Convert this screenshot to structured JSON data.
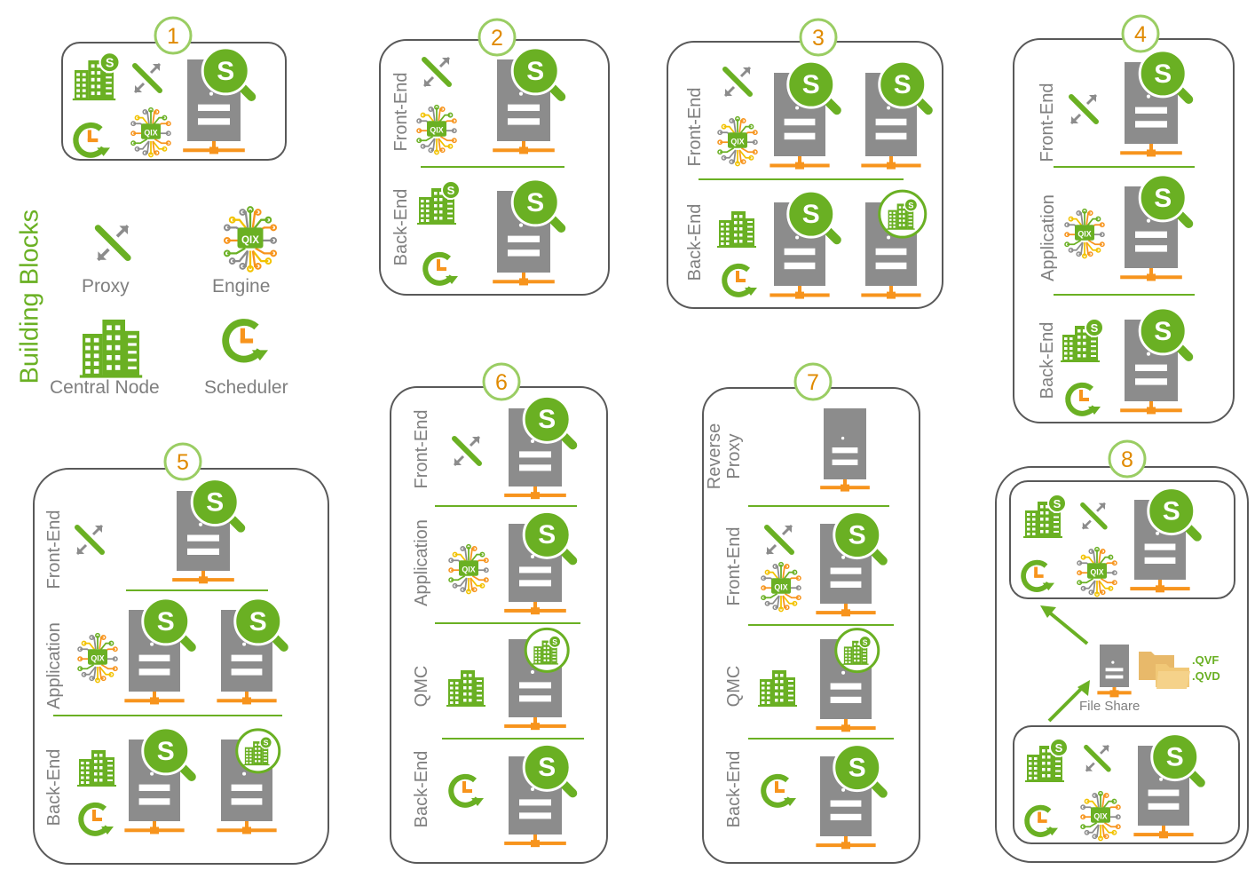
{
  "title": "Building Blocks",
  "legend": [
    {
      "label": "Proxy",
      "icon": "proxy-icon"
    },
    {
      "label": "Engine",
      "icon": "engine-icon"
    },
    {
      "label": "Central Node",
      "icon": "central-node-icon"
    },
    {
      "label": "Scheduler",
      "icon": "scheduler-icon"
    }
  ],
  "engine_chip": "QIX",
  "qlik_letter": "S",
  "tiers": {
    "front_end": "Front-End",
    "back_end": "Back-End",
    "application": "Application",
    "qmc": "QMC",
    "reverse_proxy": "Reverse Proxy"
  },
  "scenarios": [
    "1",
    "2",
    "3",
    "4",
    "5",
    "6",
    "7",
    "8"
  ],
  "file_share": {
    "label": "File Share",
    "ext1": ".QVF",
    "ext2": ".QVD"
  },
  "colors": {
    "green": "#6ab023",
    "gray": "#8c8c8c",
    "orange": "#f7941d",
    "border": "#595959"
  }
}
